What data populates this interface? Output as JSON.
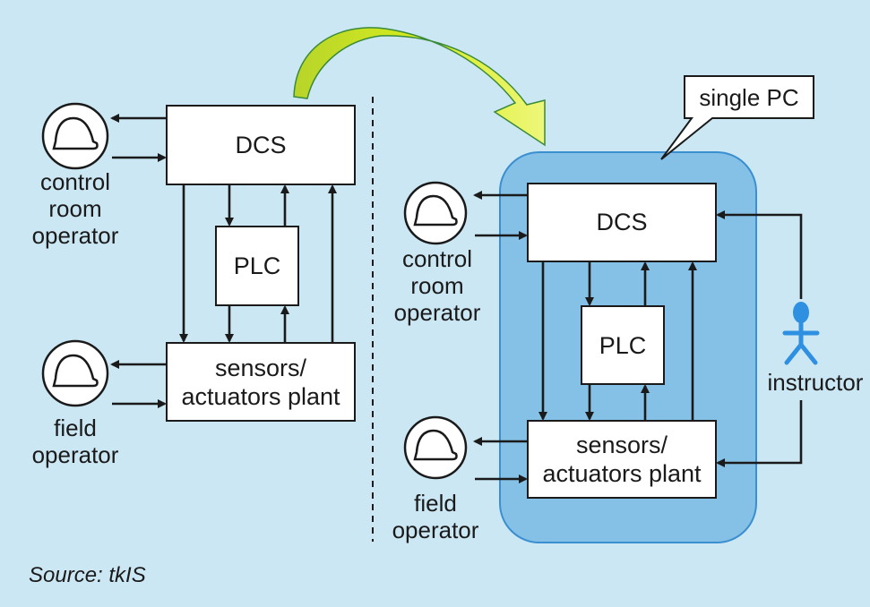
{
  "left": {
    "dcs": "DCS",
    "plc": "PLC",
    "plant": [
      "sensors/",
      "actuators plant"
    ],
    "control_operator": [
      "control",
      "room",
      "operator"
    ],
    "field_operator": [
      "field",
      "operator"
    ]
  },
  "right": {
    "dcs": "DCS",
    "plc": "PLC",
    "plant": [
      "sensors/",
      "actuators plant"
    ],
    "control_operator": [
      "control",
      "room",
      "operator"
    ],
    "field_operator": [
      "field",
      "operator"
    ],
    "single_pc": "single PC",
    "instructor": "instructor"
  },
  "source": "Source: tkIS",
  "colors": {
    "background": "#cbe7f3",
    "single_pc_fill": "#85c1e6",
    "single_pc_stroke": "#3b8fd1",
    "instructor": "#2f8fe0",
    "transition_arrow": "#c9e21a"
  },
  "icons": {
    "operator": "hard-hat-icon",
    "instructor": "stick-figure-icon",
    "transition": "curved-arrow-icon"
  }
}
